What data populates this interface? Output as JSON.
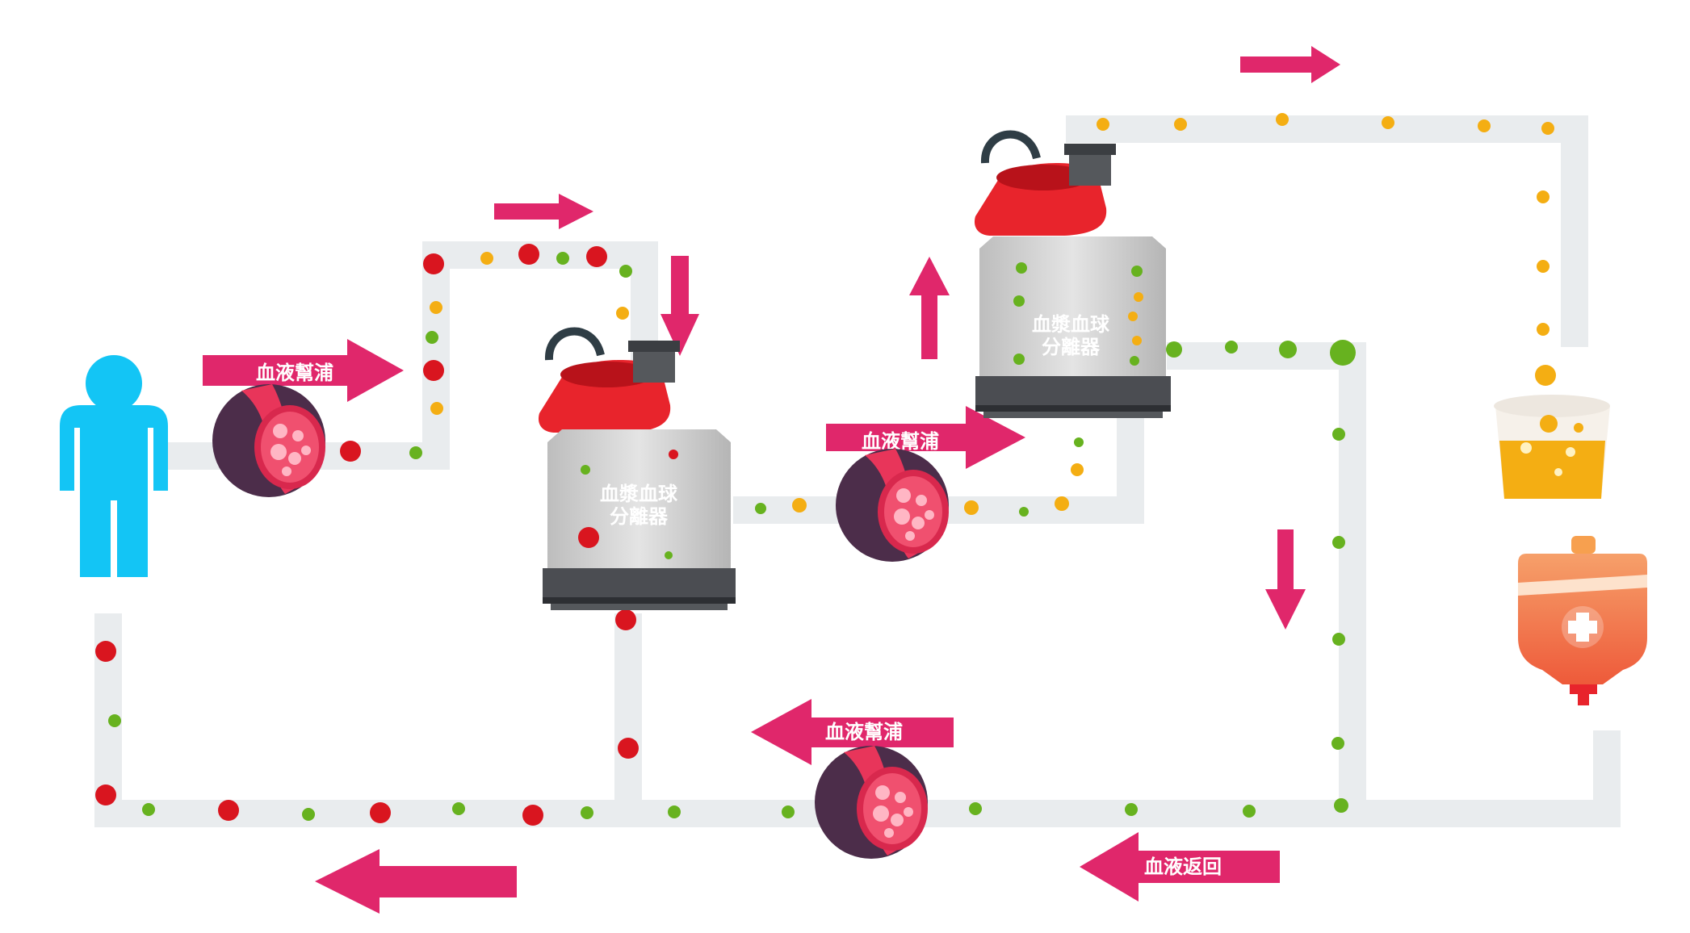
{
  "labels": {
    "pump_1": "血液幫浦",
    "pump_2": "血液幫浦",
    "pump_3": "血液幫浦",
    "separator_1_line1": "血漿血球",
    "separator_1_line2": "分離器",
    "separator_2_line1": "血漿血球",
    "separator_2_line2": "分離器",
    "blood_return": "血液返回"
  },
  "colors": {
    "arrow": "#e0276b",
    "tube": "#e9ecee",
    "red_cell": "#d9151f",
    "green_cell": "#67b21f",
    "yellow_plasma": "#f4ae13",
    "person": "#13c5f5",
    "separator_body": "#cfcfcf",
    "separator_top": "#e8242c",
    "iv_bag": "#f07a45"
  },
  "icons": [
    "person-icon",
    "pump-icon",
    "separator-icon",
    "plasma-cup-icon",
    "iv-bag-icon",
    "arrow-icon"
  ]
}
